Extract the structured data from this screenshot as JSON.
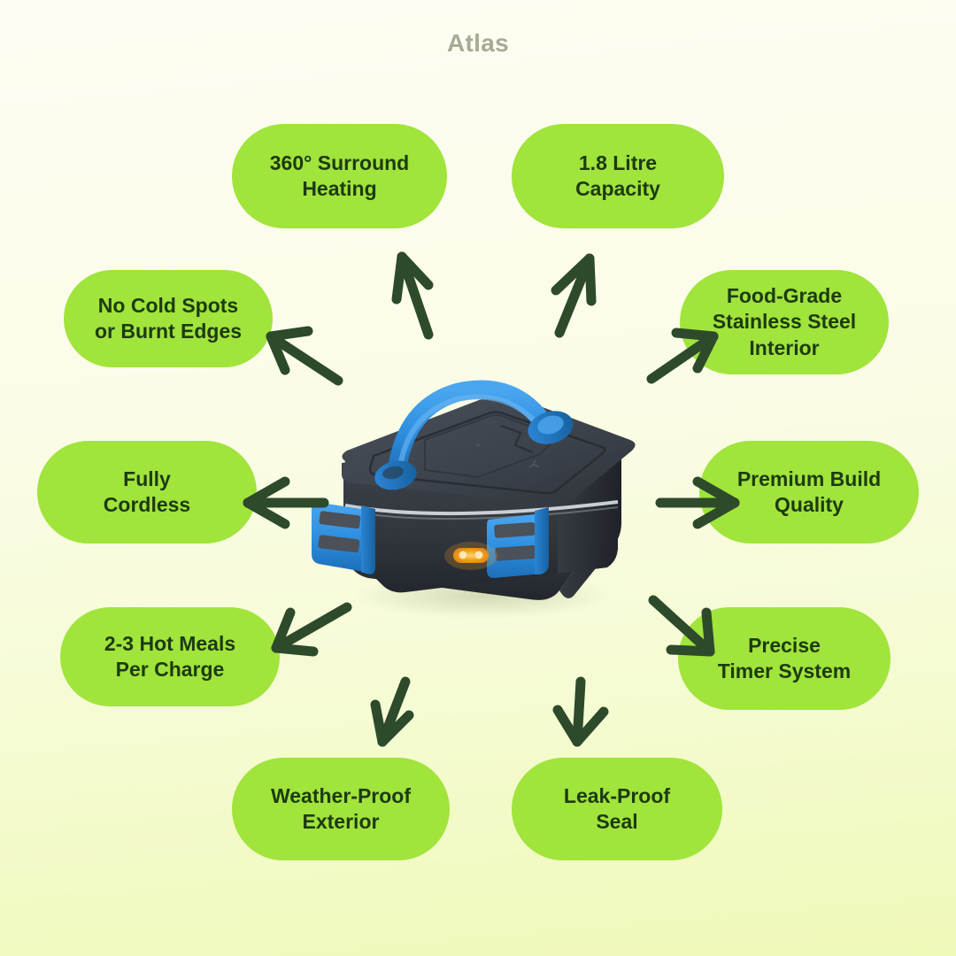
{
  "header": {
    "brand_title": "Atlas"
  },
  "colors": {
    "background_top": "#fdfdf2",
    "background_bottom": "#eff9b8",
    "pill_fill": "#a0e43c",
    "pill_text": "#1d3a10",
    "arrow": "#2d4a2b",
    "title_text": "#a6ab94",
    "product_body_dark": "#3a3f46",
    "product_body_shadow": "#23262b",
    "product_accent_blue": "#2f8fe0",
    "product_trim_silver": "#d8dce0",
    "product_led_amber": "#f5a623"
  },
  "features": [
    {
      "id": "surround-heating",
      "label": "360° Surround\nHeating"
    },
    {
      "id": "capacity",
      "label": "1.8 Litre\nCapacity"
    },
    {
      "id": "no-cold-spots",
      "label": "No Cold Spots\nor Burnt Edges"
    },
    {
      "id": "stainless-interior",
      "label": "Food-Grade\nStainless Steel\nInterior"
    },
    {
      "id": "fully-cordless",
      "label": "Fully\nCordless"
    },
    {
      "id": "premium-build",
      "label": "Premium Build\nQuality"
    },
    {
      "id": "hot-meals",
      "label": "2-3 Hot Meals\nPer Charge"
    },
    {
      "id": "timer-system",
      "label": "Precise\nTimer System"
    },
    {
      "id": "weather-proof",
      "label": "Weather-Proof\nExterior"
    },
    {
      "id": "leak-proof",
      "label": "Leak-Proof\nSeal"
    }
  ],
  "product": {
    "name": "electric-lunch-box",
    "handle": "carry-handle",
    "latches": [
      "left-latch",
      "right-latch"
    ],
    "indicator": "power-led-indicator"
  },
  "arrows": [
    {
      "id": "arrow-to-surround-heating",
      "points_to": "surround-heating"
    },
    {
      "id": "arrow-to-capacity",
      "points_to": "capacity"
    },
    {
      "id": "arrow-to-no-cold-spots",
      "points_to": "no-cold-spots"
    },
    {
      "id": "arrow-to-stainless-interior",
      "points_to": "stainless-interior"
    },
    {
      "id": "arrow-to-fully-cordless",
      "points_to": "fully-cordless"
    },
    {
      "id": "arrow-to-premium-build",
      "points_to": "premium-build"
    },
    {
      "id": "arrow-to-hot-meals",
      "points_to": "hot-meals"
    },
    {
      "id": "arrow-to-timer-system",
      "points_to": "timer-system"
    },
    {
      "id": "arrow-to-weather-proof",
      "points_to": "weather-proof"
    },
    {
      "id": "arrow-to-leak-proof",
      "points_to": "leak-proof"
    }
  ]
}
